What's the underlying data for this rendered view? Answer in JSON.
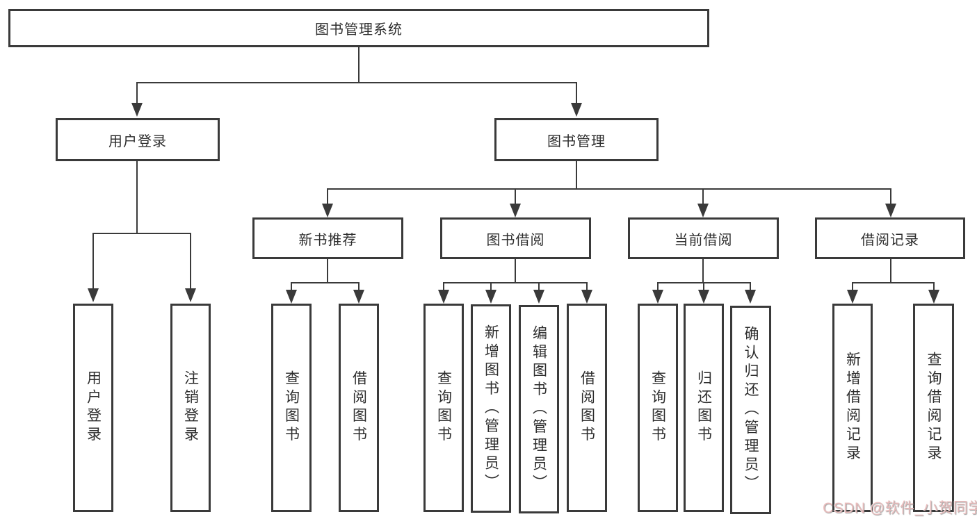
{
  "diagram": {
    "root_label": "图书管理系统",
    "level2": {
      "user_login": "用户登录",
      "book_mgmt": "图书管理"
    },
    "level3": {
      "new_books": "新书推荐",
      "borrowing": "图书借阅",
      "current": "当前借阅",
      "records": "借阅记录"
    },
    "leaves": {
      "user_login": [
        "用户登录",
        "注销登录"
      ],
      "new_books": [
        "查询图书",
        "借阅图书"
      ],
      "borrowing": [
        "查询图书",
        "新增图书（管理员）",
        "编辑图书（管理员）",
        "借阅图书"
      ],
      "current": [
        "查询图书",
        "归还图书",
        "确认归还（管理员）"
      ],
      "records": [
        "新增借阅记录",
        "查询借阅记录"
      ]
    }
  },
  "watermark": {
    "text": "CSDN @软件_小贺同学"
  },
  "colors": {
    "line": "#3a3a3a",
    "text": "#2d2d2d",
    "background": "#ffffff",
    "watermark": "#e9b9b9"
  }
}
